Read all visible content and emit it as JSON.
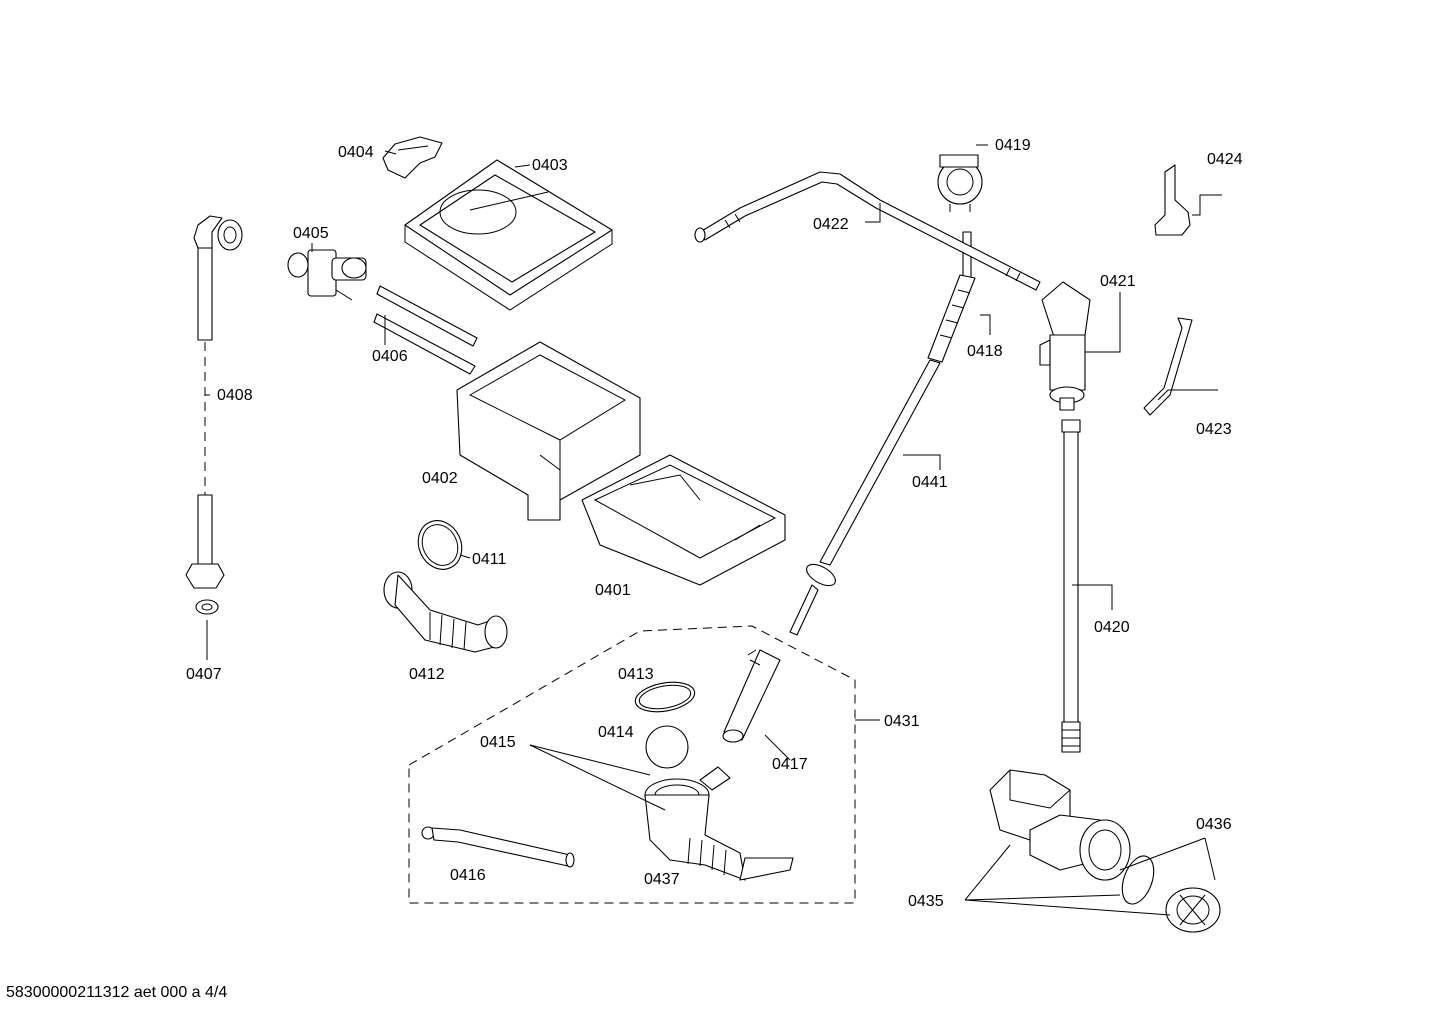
{
  "labels": {
    "p0401": "0401",
    "p0402": "0402",
    "p0403": "0403",
    "p0404": "0404",
    "p0405": "0405",
    "p0406": "0406",
    "p0407": "0407",
    "p0408": "0408",
    "p0411": "0411",
    "p0412": "0412",
    "p0413": "0413",
    "p0414": "0414",
    "p0415": "0415",
    "p0416": "0416",
    "p0417": "0417",
    "p0418": "0418",
    "p0419": "0419",
    "p0420": "0420",
    "p0421": "0421",
    "p0422": "0422",
    "p0423": "0423",
    "p0424": "0424",
    "p0431": "0431",
    "p0435": "0435",
    "p0436": "0436",
    "p0437": "0437",
    "p0441": "0441"
  },
  "footer": "58300000211312 aet 000 a 4/4"
}
